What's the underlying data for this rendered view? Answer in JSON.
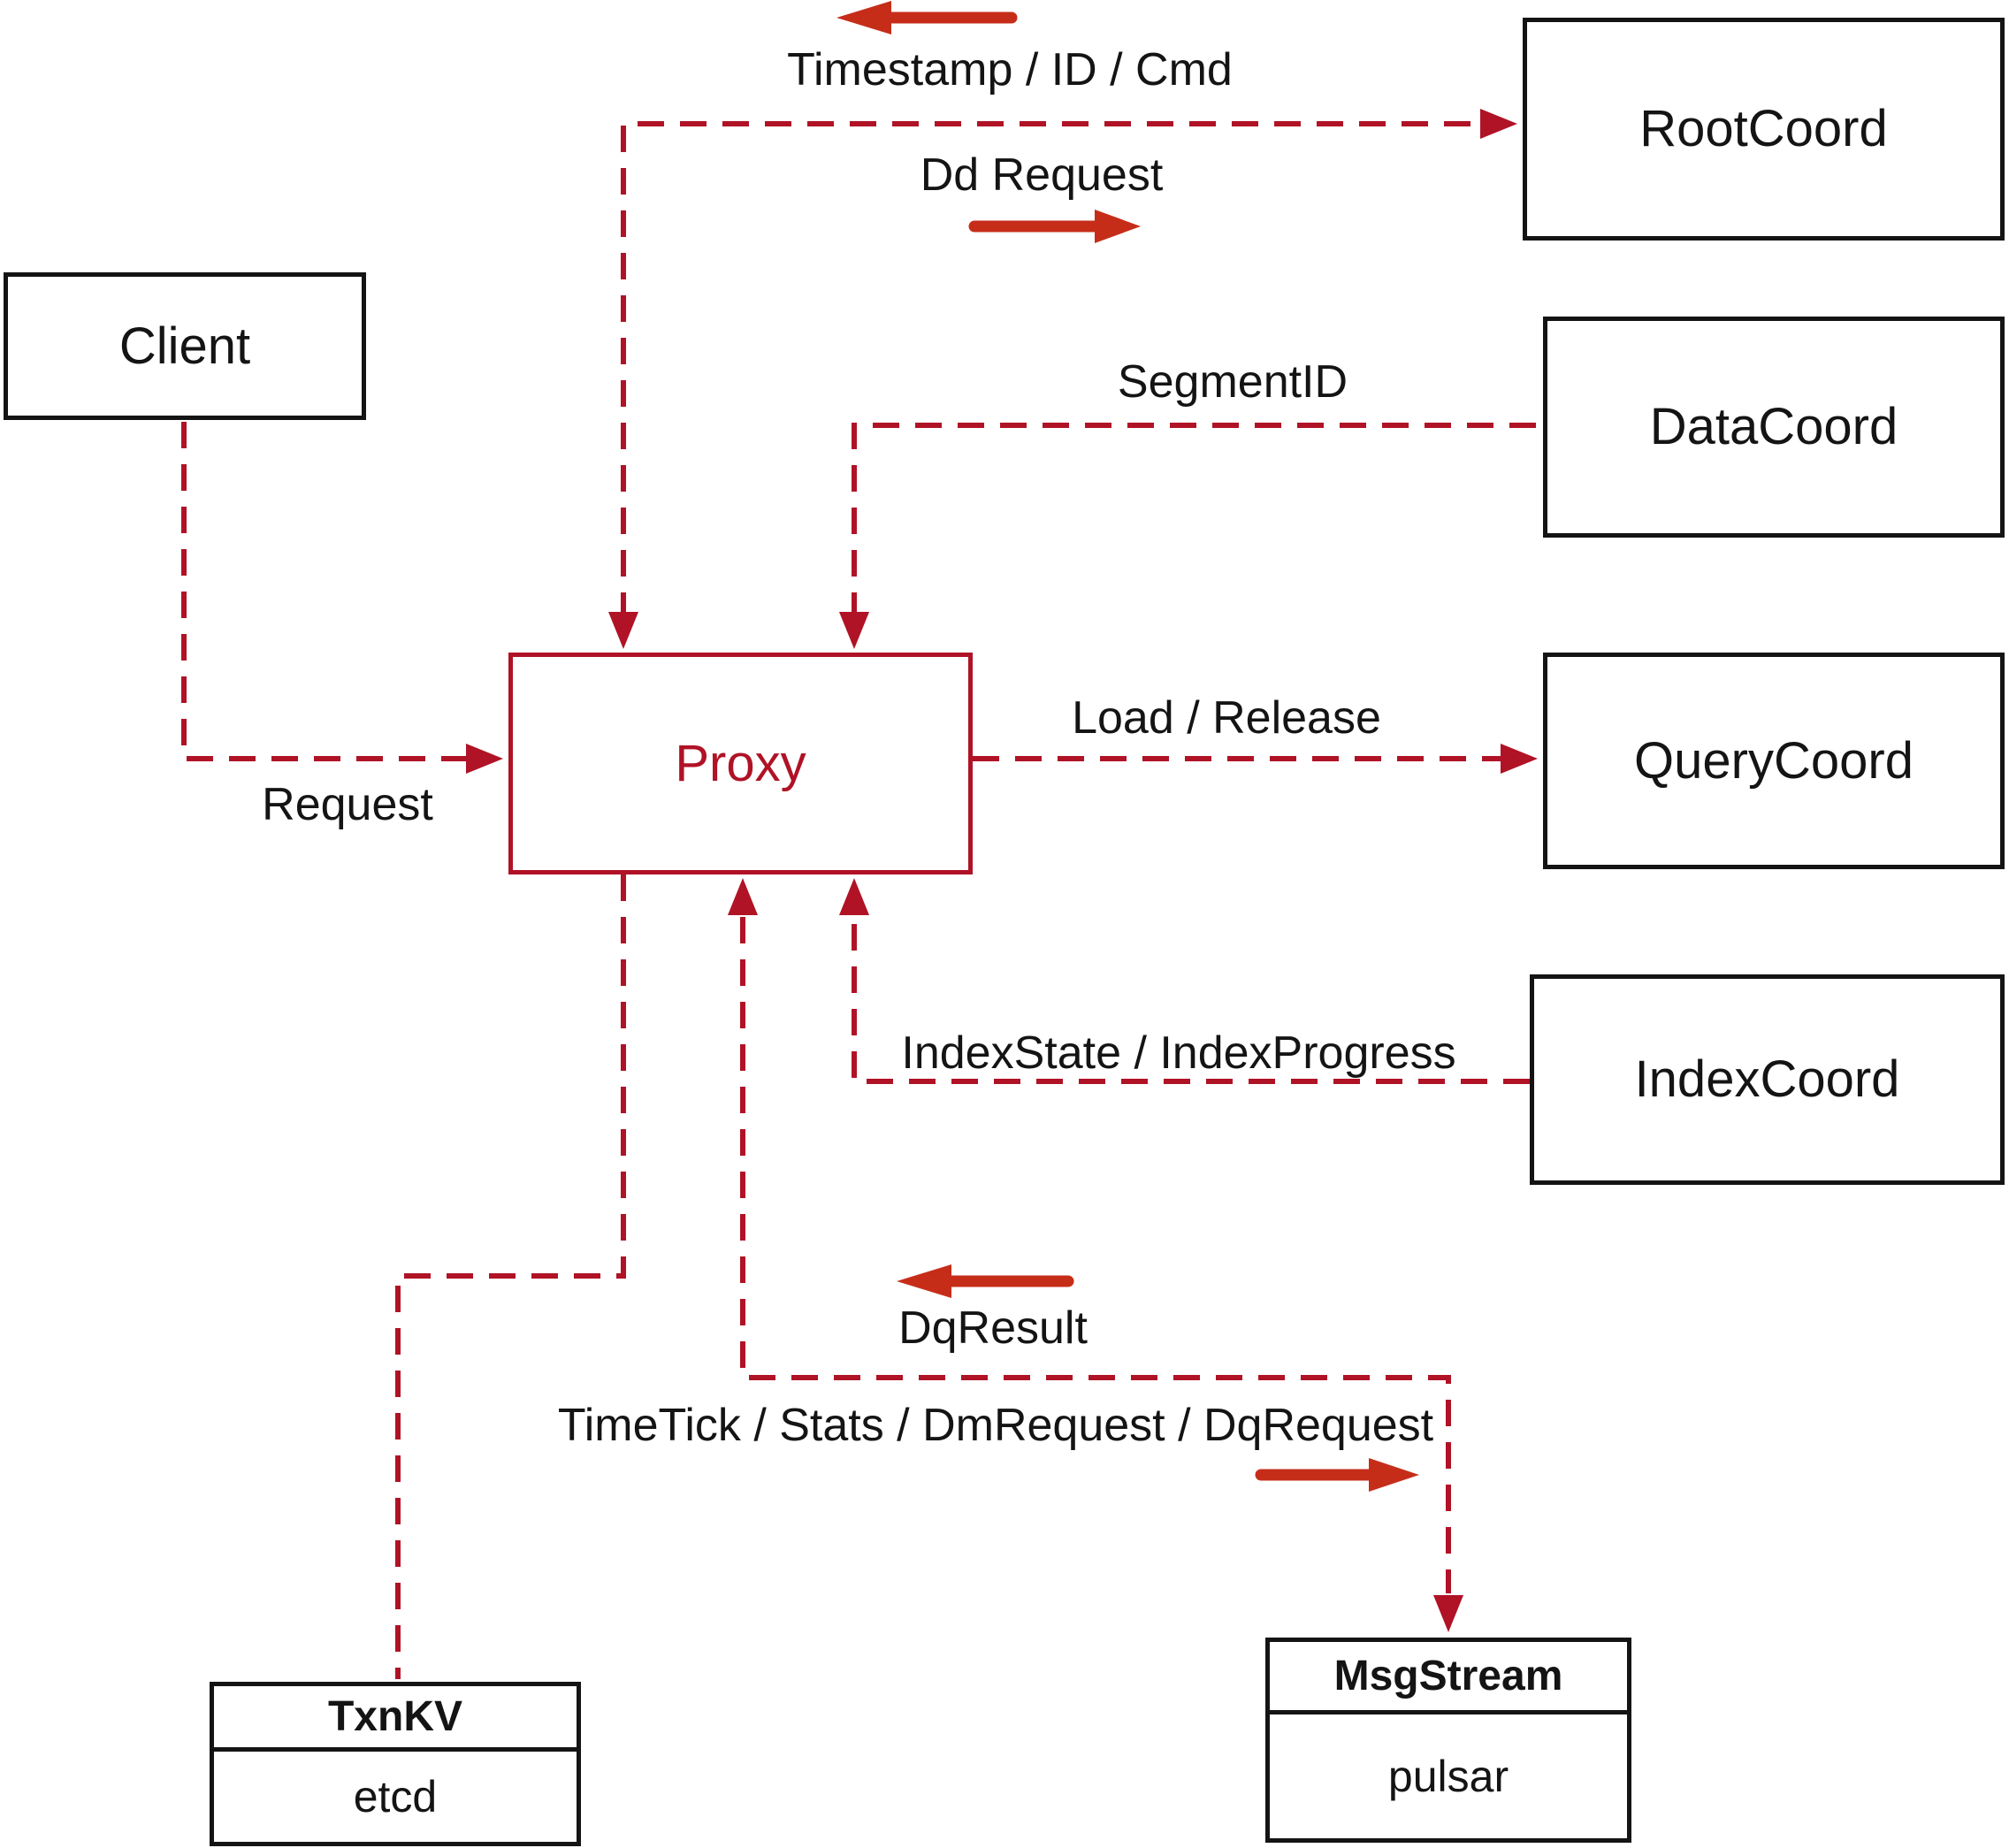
{
  "diagram": {
    "nodes": {
      "client": {
        "label": "Client"
      },
      "proxy": {
        "label": "Proxy"
      },
      "root_coord": {
        "label": "RootCoord"
      },
      "data_coord": {
        "label": "DataCoord"
      },
      "query_coord": {
        "label": "QueryCoord"
      },
      "index_coord": {
        "label": "IndexCoord"
      },
      "txn_kv": {
        "label": "TxnKV",
        "implementation": "etcd"
      },
      "msg_stream": {
        "label": "MsgStream",
        "implementation": "pulsar"
      }
    },
    "edge_labels": {
      "root_coord_to_proxy": "Timestamp / ID / Cmd",
      "proxy_to_root_coord": "Dd Request",
      "data_coord_to_proxy": "SegmentID",
      "client_to_proxy": "Request",
      "proxy_to_query_coord": "Load / Release",
      "index_coord_to_proxy": "IndexState / IndexProgress",
      "msg_stream_to_proxy": "DqResult",
      "proxy_to_msg_stream": "TimeTick / Stats / DmRequest / DqRequest"
    },
    "colors": {
      "dashed_line": "#b01226",
      "direction_arrow": "#c62d19",
      "box_border": "#141414",
      "text": "#141414",
      "background": "#ffffff"
    }
  }
}
